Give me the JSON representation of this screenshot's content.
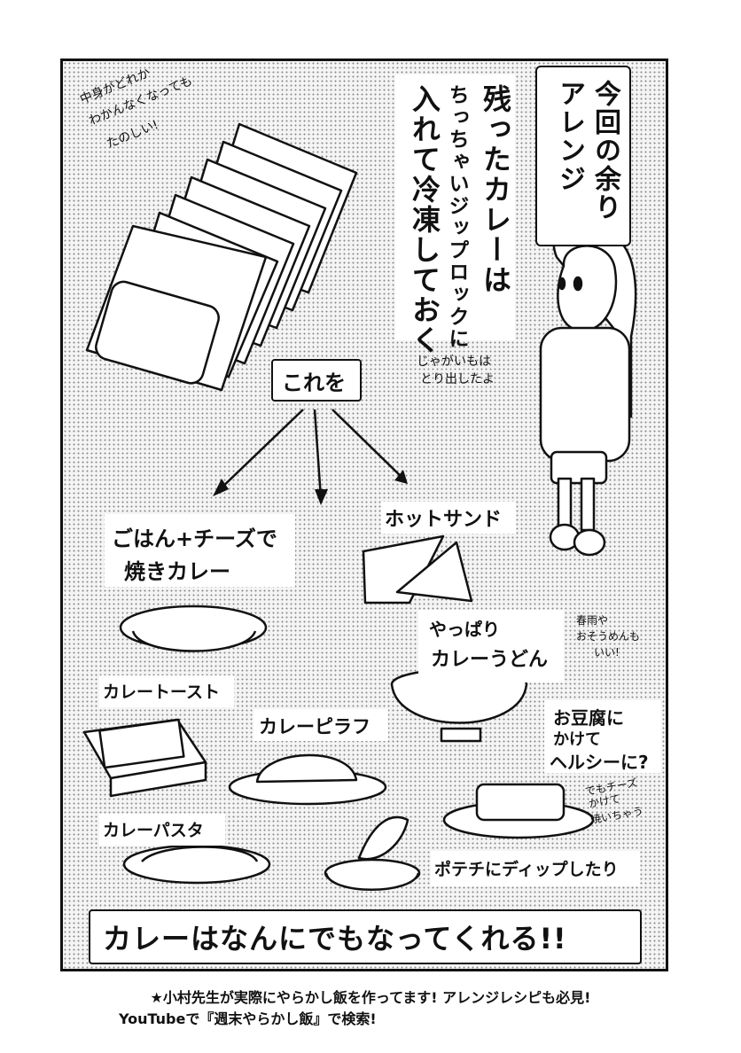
{
  "bubble": {
    "line1": "今回の余り",
    "line2": "アレンジ"
  },
  "narration": {
    "line1": "残ったカレーは",
    "line2": "ちっちゃいジップロックに",
    "line3": "入れて冷凍しておく"
  },
  "side_note": {
    "line1": "中身がどれか",
    "line2": "わかんなくなっても",
    "line3": "たのしい!"
  },
  "potato_note": {
    "line1": "じゃがいもは",
    "line2": "とり出したよ"
  },
  "center_label": "これを",
  "dish_baked": {
    "line1": "ごはん+チーズで",
    "line2": "焼きカレー"
  },
  "dish_hotsand": "ホットサンド",
  "dish_udon": {
    "line1": "やっぱり",
    "line2": "カレーうどん"
  },
  "udon_note": {
    "line1": "春雨や",
    "line2": "おそうめんも",
    "line3": "いい!"
  },
  "dish_toast": "カレートースト",
  "dish_pilaf": "カレーピラフ",
  "dish_tofu": {
    "line1": "お豆腐に",
    "line2": "かけて",
    "line3": "ヘルシーに?"
  },
  "tofu_note": {
    "line1": "でもチーズ",
    "line2": "かけて",
    "line3": "焼いちゃう"
  },
  "dish_pasta": "カレーパスタ",
  "dish_potechi": "ポテチにディップしたり",
  "conclusion": "カレーはなんにでもなってくれる!!",
  "footer": {
    "line1": "★小村先生が実際にやらかし飯を作ってます! アレンジレシピも必見!",
    "line2": "YouTubeで『週末やらかし飯』で検索!"
  }
}
